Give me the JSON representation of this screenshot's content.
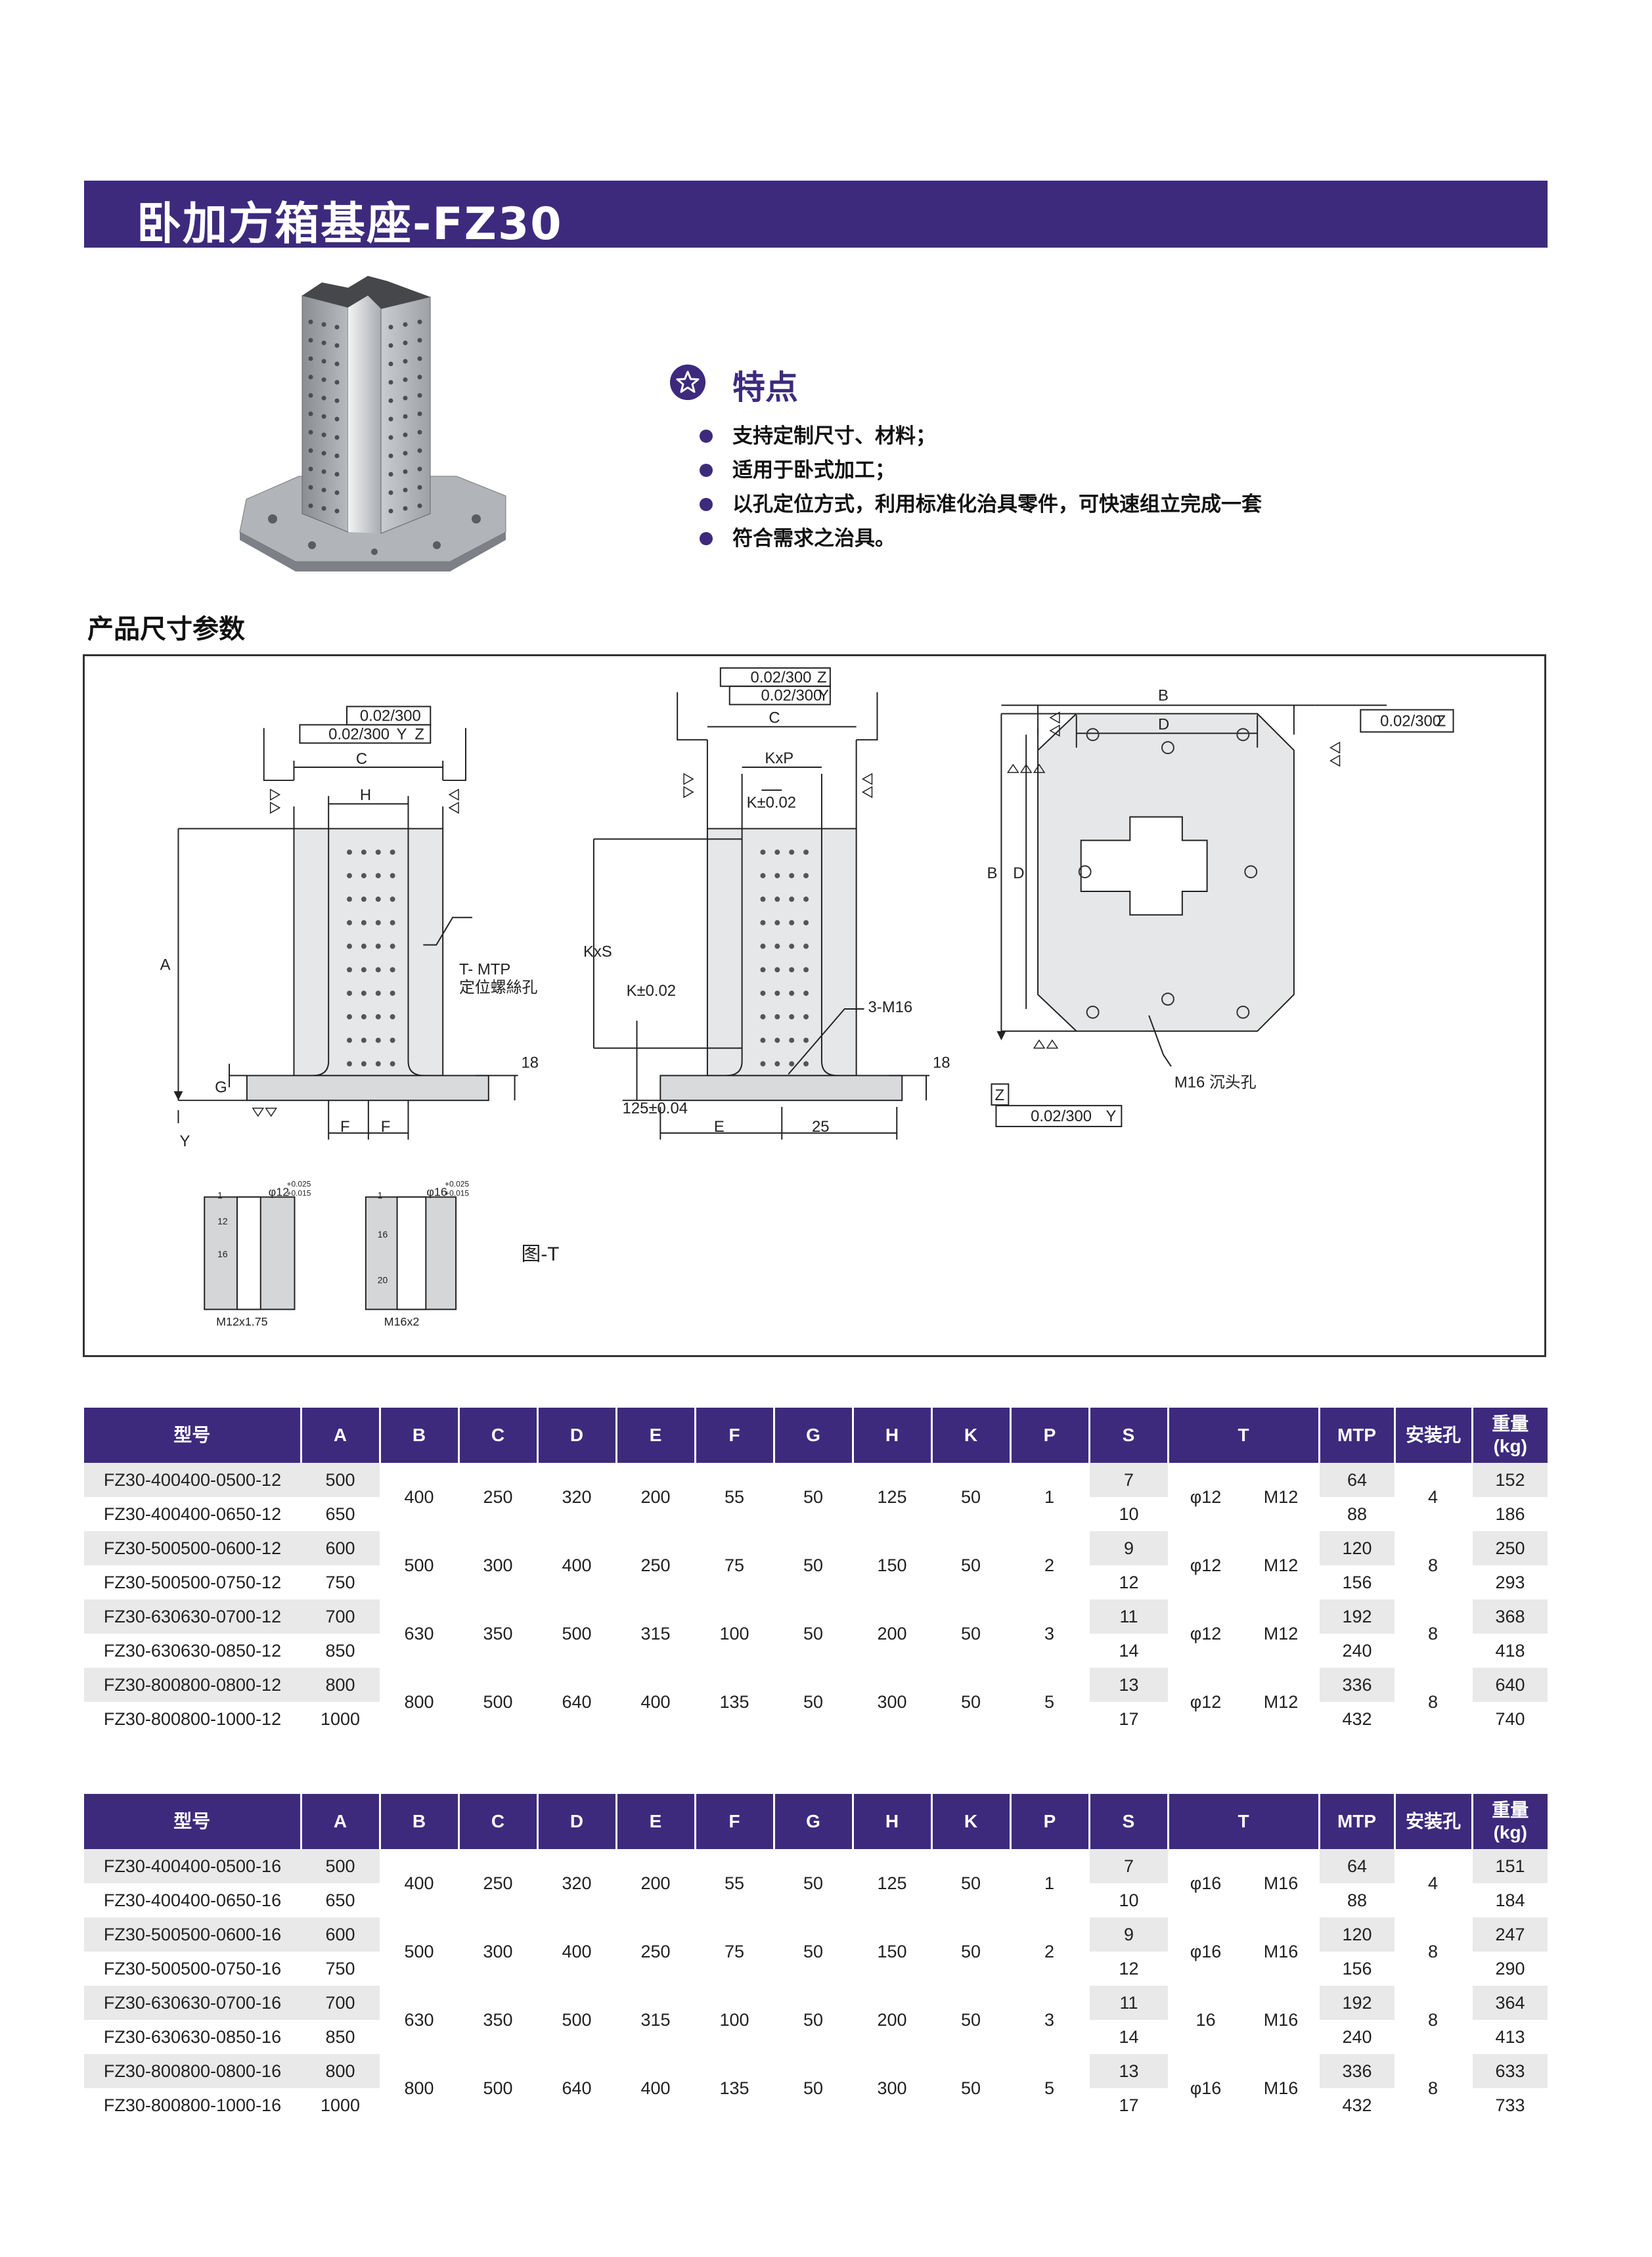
{
  "header": {
    "title": "卧加方箱基座-FZ30"
  },
  "features": {
    "title": "特点",
    "items": [
      "支持定制尺寸、材料；",
      "适用于卧式加工；",
      "以孔定位方式，利用标准化治具零件，可快速组立完成一套",
      "符合需求之治具。"
    ]
  },
  "section": {
    "label": "产品尺寸参数"
  },
  "drawing": {
    "front": {
      "flat1": "0.02/300",
      "perp1": "0.02/300",
      "y": "Y",
      "z": "Z",
      "c": "C",
      "h": "H",
      "a": "A",
      "g": "G",
      "f": "F",
      "mtp": "T- MTP",
      "mtp_note": "定位螺絲孔",
      "d18": "18",
      "datum_y": "Y"
    },
    "side": {
      "flat": "0.02/300",
      "z": "Z",
      "perp": "0.02/300",
      "y": "Y",
      "c": "C",
      "kxp": "KxP",
      "k002": "K±0.02",
      "kxs": "KxS",
      "kv": "K±0.02",
      "h125": "125±0.04",
      "m16": "3-M16",
      "d18": "18",
      "e": "E",
      "d25": "25"
    },
    "top": {
      "b": "B",
      "d": "D",
      "perp": "0.02/300",
      "z": "Z",
      "datum_z": "Z",
      "perp2": "0.02/300",
      "y": "Y",
      "m16": "M16 沉头孔"
    },
    "detail": {
      "fig": "图-T",
      "d1_dim": "φ12",
      "d1_tol_up": "+0.025",
      "d1_tol_dn": "+0.015",
      "d1_thread": "M12x1.75",
      "d2_dim": "φ16",
      "d2_tol_up": "+0.025",
      "d2_tol_dn": "+0.015",
      "d2_thread": "M16x2",
      "n1": "1",
      "n12": "12",
      "n16": "16",
      "n20": "20"
    }
  },
  "table_headers": [
    "型号",
    "A",
    "B",
    "C",
    "D",
    "E",
    "F",
    "G",
    "H",
    "K",
    "P",
    "S",
    "T",
    "MTP",
    "安装孔",
    "重量",
    "(kg)"
  ],
  "table1": [
    {
      "rows": [
        {
          "m": "FZ30-400400-0500-12",
          "a": "500",
          "s": "7",
          "mtp": "64",
          "w": "152"
        },
        {
          "m": "FZ30-400400-0650-12",
          "a": "650",
          "s": "10",
          "mtp": "88",
          "w": "186"
        }
      ],
      "b": "400",
      "c": "250",
      "d": "320",
      "e": "200",
      "f": "55",
      "g": "50",
      "h": "125",
      "k": "50",
      "p": "1",
      "t1": "φ12",
      "t2": "M12",
      "hole": "4"
    },
    {
      "rows": [
        {
          "m": "FZ30-500500-0600-12",
          "a": "600",
          "s": "9",
          "mtp": "120",
          "w": "250"
        },
        {
          "m": "FZ30-500500-0750-12",
          "a": "750",
          "s": "12",
          "mtp": "156",
          "w": "293"
        }
      ],
      "b": "500",
      "c": "300",
      "d": "400",
      "e": "250",
      "f": "75",
      "g": "50",
      "h": "150",
      "k": "50",
      "p": "2",
      "t1": "φ12",
      "t2": "M12",
      "hole": "8"
    },
    {
      "rows": [
        {
          "m": "FZ30-630630-0700-12",
          "a": "700",
          "s": "11",
          "mtp": "192",
          "w": "368"
        },
        {
          "m": "FZ30-630630-0850-12",
          "a": "850",
          "s": "14",
          "mtp": "240",
          "w": "418"
        }
      ],
      "b": "630",
      "c": "350",
      "d": "500",
      "e": "315",
      "f": "100",
      "g": "50",
      "h": "200",
      "k": "50",
      "p": "3",
      "t1": "φ12",
      "t2": "M12",
      "hole": "8"
    },
    {
      "rows": [
        {
          "m": "FZ30-800800-0800-12",
          "a": "800",
          "s": "13",
          "mtp": "336",
          "w": "640"
        },
        {
          "m": "FZ30-800800-1000-12",
          "a": "1000",
          "s": "17",
          "mtp": "432",
          "w": "740"
        }
      ],
      "b": "800",
      "c": "500",
      "d": "640",
      "e": "400",
      "f": "135",
      "g": "50",
      "h": "300",
      "k": "50",
      "p": "5",
      "t1": "φ12",
      "t2": "M12",
      "hole": "8"
    }
  ],
  "table2": [
    {
      "rows": [
        {
          "m": "FZ30-400400-0500-16",
          "a": "500",
          "s": "7",
          "mtp": "64",
          "w": "151"
        },
        {
          "m": "FZ30-400400-0650-16",
          "a": "650",
          "s": "10",
          "mtp": "88",
          "w": "184"
        }
      ],
      "b": "400",
      "c": "250",
      "d": "320",
      "e": "200",
      "f": "55",
      "g": "50",
      "h": "125",
      "k": "50",
      "p": "1",
      "t1": "φ16",
      "t2": "M16",
      "hole": "4"
    },
    {
      "rows": [
        {
          "m": "FZ30-500500-0600-16",
          "a": "600",
          "s": "9",
          "mtp": "120",
          "w": "247"
        },
        {
          "m": "FZ30-500500-0750-16",
          "a": "750",
          "s": "12",
          "mtp": "156",
          "w": "290"
        }
      ],
      "b": "500",
      "c": "300",
      "d": "400",
      "e": "250",
      "f": "75",
      "g": "50",
      "h": "150",
      "k": "50",
      "p": "2",
      "t1": "φ16",
      "t2": "M16",
      "hole": "8"
    },
    {
      "rows": [
        {
          "m": "FZ30-630630-0700-16",
          "a": "700",
          "s": "11",
          "mtp": "192",
          "w": "364"
        },
        {
          "m": "FZ30-630630-0850-16",
          "a": "850",
          "s": "14",
          "mtp": "240",
          "w": "413"
        }
      ],
      "b": "630",
      "c": "350",
      "d": "500",
      "e": "315",
      "f": "100",
      "g": "50",
      "h": "200",
      "k": "50",
      "p": "3",
      "t1": "16",
      "t2": "M16",
      "hole": "8"
    },
    {
      "rows": [
        {
          "m": "FZ30-800800-0800-16",
          "a": "800",
          "s": "13",
          "mtp": "336",
          "w": "633"
        },
        {
          "m": "FZ30-800800-1000-16",
          "a": "1000",
          "s": "17",
          "mtp": "432",
          "w": "733"
        }
      ],
      "b": "800",
      "c": "500",
      "d": "640",
      "e": "400",
      "f": "135",
      "g": "50",
      "h": "300",
      "k": "50",
      "p": "5",
      "t1": "φ16",
      "t2": "M16",
      "hole": "8"
    }
  ]
}
